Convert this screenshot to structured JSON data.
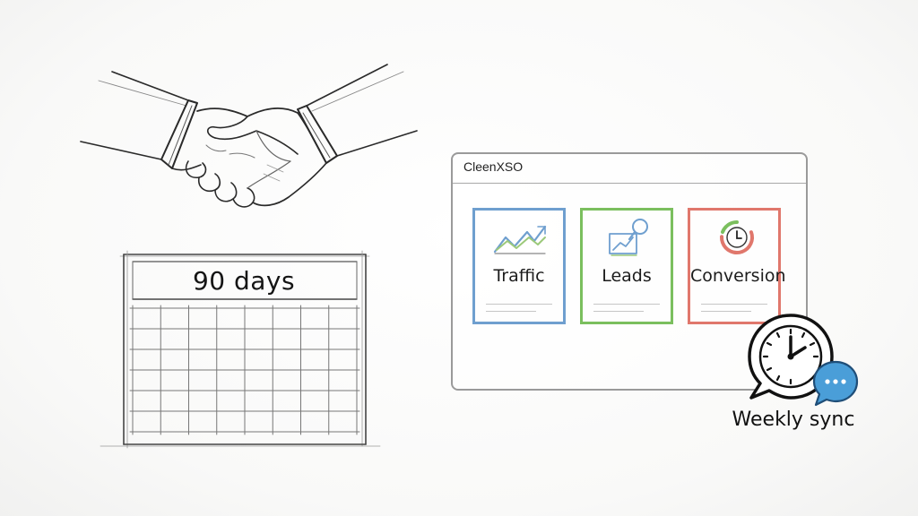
{
  "calendar": {
    "title": "90 days",
    "rows": 6,
    "columns": 8
  },
  "dashboard": {
    "window_title": "CleenXSO",
    "cards": [
      {
        "label": "Traffic",
        "accent_color": "#6f9fcf",
        "icon": "line-chart-icon"
      },
      {
        "label": "Leads",
        "accent_color": "#7bbf5e",
        "icon": "magnifier-chart-icon"
      },
      {
        "label": "Conversion",
        "accent_color": "#e0776c",
        "icon": "clock-gauge-icon"
      }
    ]
  },
  "sync": {
    "label": "Weekly sync",
    "bubble_color": "#4a9ed8",
    "icons": [
      "clock-icon",
      "chat-bubble-icon"
    ]
  },
  "handshake": {
    "icon": "handshake-icon"
  }
}
